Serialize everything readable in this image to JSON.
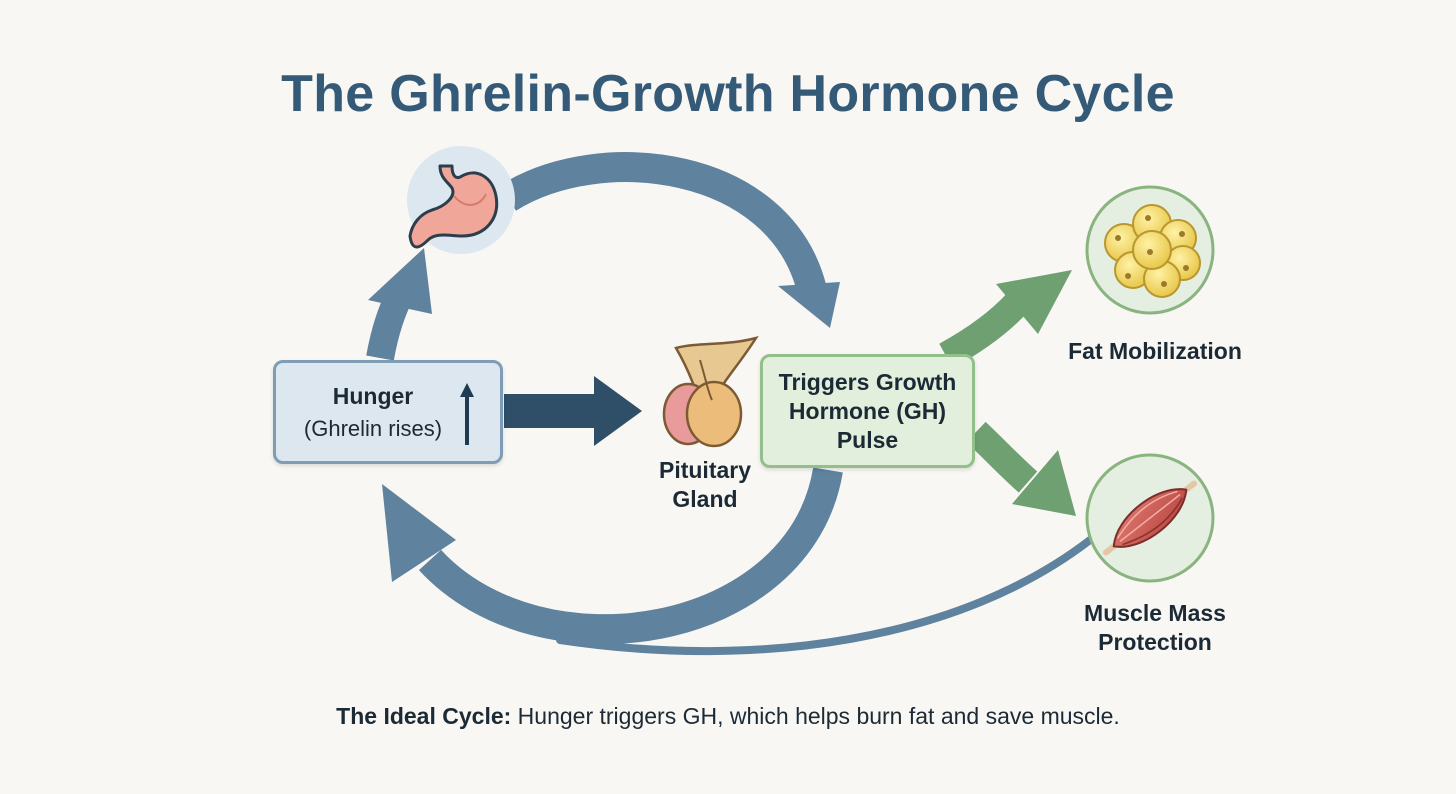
{
  "title": "The Ghrelin-Growth Hormone Cycle",
  "hunger_box": {
    "line1": "Hunger",
    "line2": "(Ghrelin rises)"
  },
  "gh_box": {
    "line1": "Triggers Growth",
    "line2": "Hormone (GH)",
    "line3": "Pulse"
  },
  "pituitary": {
    "line1": "Pituitary",
    "line2": "Gland"
  },
  "outcomes": {
    "fat": "Fat Mobilization",
    "muscle_line1": "Muscle Mass",
    "muscle_line2": "Protection"
  },
  "caption": {
    "bold": "The Ideal Cycle:",
    "text": " Hunger triggers GH, which helps burn fat and save muscle."
  },
  "icons": [
    "stomach-icon",
    "pituitary-gland-icon",
    "fat-cells-icon",
    "muscle-icon",
    "up-arrow-icon"
  ],
  "colors": {
    "title": "#345a78",
    "cycle_arrow": "#5f829e",
    "main_arrow": "#2f4e68",
    "green_arrow": "#6fa071",
    "hunger_fill": "#dde7ef",
    "gh_fill": "#e1efdc"
  }
}
